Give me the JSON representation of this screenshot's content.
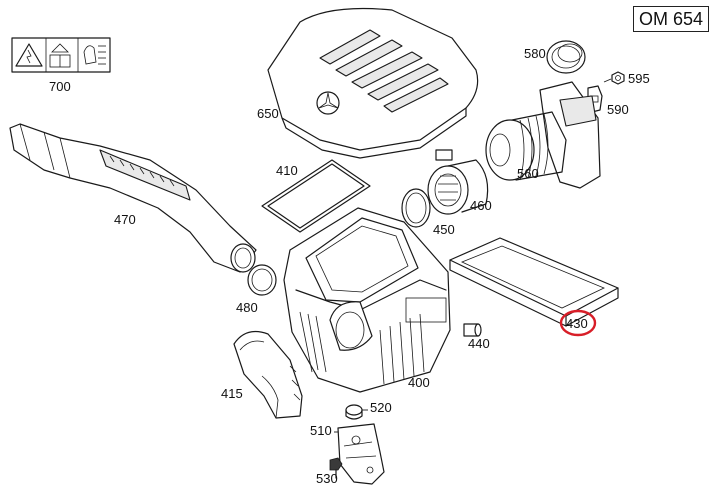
{
  "diagram": {
    "model_code": "OM 654",
    "highlight_color": "#d81e28",
    "highlighted_part": "430",
    "parts": {
      "p700": "700",
      "p650": "650",
      "p580": "580",
      "p595": "595",
      "p590": "590",
      "p560": "560",
      "p470": "470",
      "p410": "410",
      "p460": "460",
      "p450": "450",
      "p480": "480",
      "p430": "430",
      "p440": "440",
      "p415": "415",
      "p400": "400",
      "p520": "520",
      "p510": "510",
      "p530": "530"
    }
  }
}
